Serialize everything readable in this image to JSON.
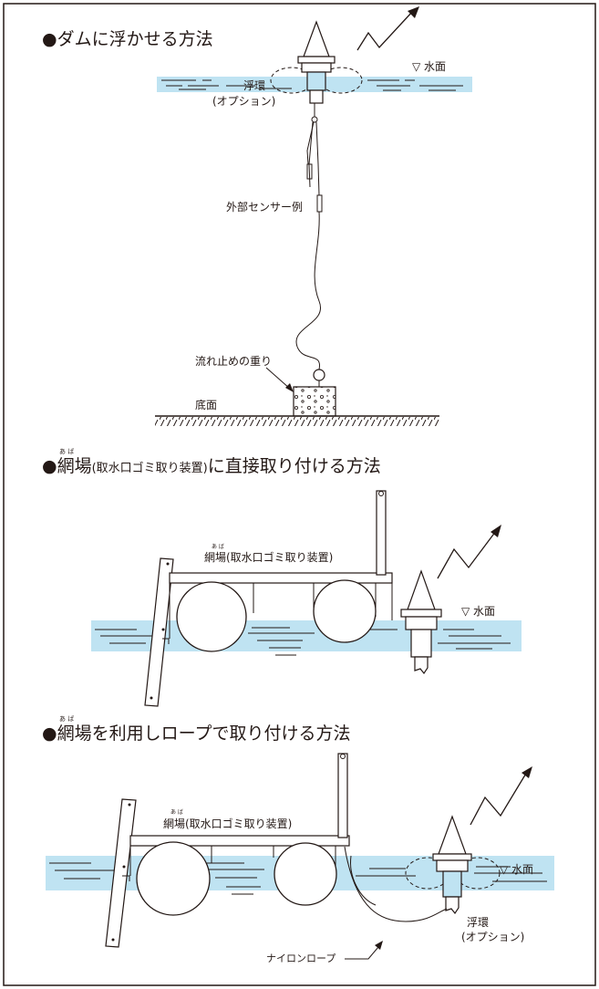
{
  "colors": {
    "water": "#bfe3f2",
    "ink": "#231815",
    "border": "#231815"
  },
  "section1": {
    "heading": "●ダムに浮かせる方法",
    "water_level": "▽ 水面",
    "float_ring": "浮環",
    "float_option": "(オプション)",
    "external_sensor": "外部センサー例",
    "weight": "流れ止めの重り",
    "bottom": "底面"
  },
  "section2": {
    "heading_dot": "●",
    "heading_main": "網場",
    "heading_ruby": "あ  ば",
    "heading_paren": "(取水口ゴミ取り装置)",
    "heading_rest": "に直接取り付ける方法",
    "screen_label": "網場(取水口ゴミ取り装置)",
    "screen_ruby": "あ  ば",
    "water_level": "▽ 水面"
  },
  "section3": {
    "heading_dot": "●",
    "heading_main": "網場",
    "heading_ruby": "あ  ば",
    "heading_rest": "を利用しロープで取り付ける方法",
    "screen_label": "網場(取水口ゴミ取り装置)",
    "screen_ruby": "あ  ば",
    "water_level": "▽ 水面",
    "float_ring": "浮環",
    "float_option": "(オプション)",
    "rope": "ナイロンロープ"
  }
}
